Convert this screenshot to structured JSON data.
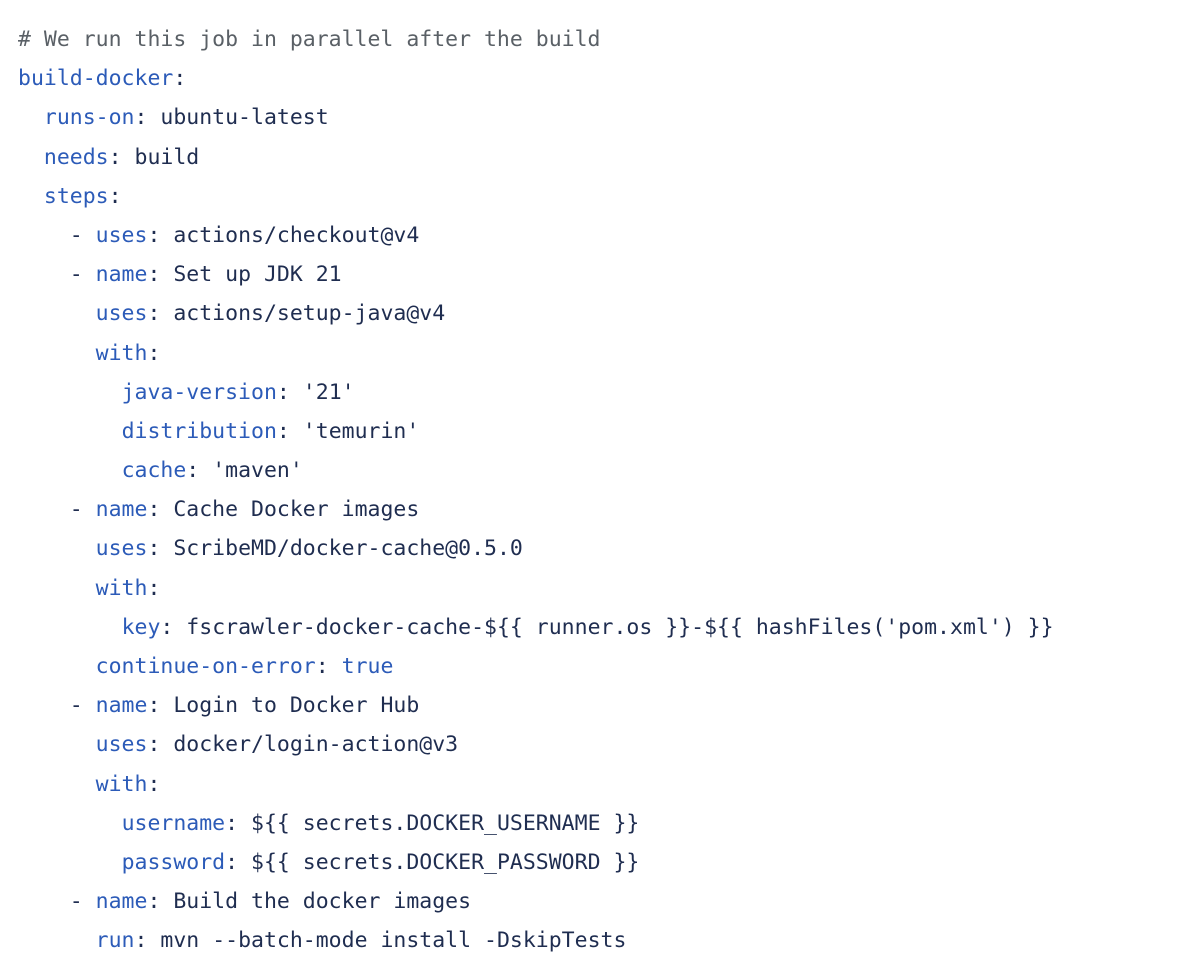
{
  "editor": {
    "language": "yaml",
    "background_color": "#ffffff",
    "colors": {
      "comment": "#5a6066",
      "key": "#2c5bb8",
      "boolean": "#2c5bb8",
      "value": "#1f2d50",
      "string": "#1f2d50",
      "punctuation": "#1f2d50"
    }
  },
  "code": {
    "line_count": 24,
    "lines": [
      {
        "n": 1,
        "indent": "",
        "tokens": [
          {
            "t": "comment",
            "s": "# We run this job in parallel after the build"
          }
        ]
      },
      {
        "n": 2,
        "indent": "",
        "tokens": [
          {
            "t": "key",
            "s": "build-docker"
          },
          {
            "t": "punct",
            "s": ":"
          }
        ]
      },
      {
        "n": 3,
        "indent": "  ",
        "tokens": [
          {
            "t": "key",
            "s": "runs-on"
          },
          {
            "t": "punct",
            "s": ":"
          },
          {
            "t": "value",
            "s": " ubuntu-latest"
          }
        ]
      },
      {
        "n": 4,
        "indent": "  ",
        "tokens": [
          {
            "t": "key",
            "s": "needs"
          },
          {
            "t": "punct",
            "s": ":"
          },
          {
            "t": "value",
            "s": " build"
          }
        ]
      },
      {
        "n": 5,
        "indent": "  ",
        "tokens": [
          {
            "t": "key",
            "s": "steps"
          },
          {
            "t": "punct",
            "s": ":"
          }
        ]
      },
      {
        "n": 6,
        "indent": "    ",
        "tokens": [
          {
            "t": "dash",
            "s": "- "
          },
          {
            "t": "key",
            "s": "uses"
          },
          {
            "t": "punct",
            "s": ":"
          },
          {
            "t": "value",
            "s": " actions/checkout@v4"
          }
        ]
      },
      {
        "n": 7,
        "indent": "    ",
        "tokens": [
          {
            "t": "dash",
            "s": "- "
          },
          {
            "t": "key",
            "s": "name"
          },
          {
            "t": "punct",
            "s": ":"
          },
          {
            "t": "value",
            "s": " Set up JDK 21"
          }
        ]
      },
      {
        "n": 8,
        "indent": "      ",
        "tokens": [
          {
            "t": "key",
            "s": "uses"
          },
          {
            "t": "punct",
            "s": ":"
          },
          {
            "t": "value",
            "s": " actions/setup-java@v4"
          }
        ]
      },
      {
        "n": 9,
        "indent": "      ",
        "tokens": [
          {
            "t": "key",
            "s": "with"
          },
          {
            "t": "punct",
            "s": ":"
          }
        ]
      },
      {
        "n": 10,
        "indent": "        ",
        "tokens": [
          {
            "t": "key",
            "s": "java-version"
          },
          {
            "t": "punct",
            "s": ":"
          },
          {
            "t": "string",
            "s": " '21'"
          }
        ]
      },
      {
        "n": 11,
        "indent": "        ",
        "tokens": [
          {
            "t": "key",
            "s": "distribution"
          },
          {
            "t": "punct",
            "s": ":"
          },
          {
            "t": "string",
            "s": " 'temurin'"
          }
        ]
      },
      {
        "n": 12,
        "indent": "        ",
        "tokens": [
          {
            "t": "key",
            "s": "cache"
          },
          {
            "t": "punct",
            "s": ":"
          },
          {
            "t": "string",
            "s": " 'maven'"
          }
        ]
      },
      {
        "n": 13,
        "indent": "    ",
        "tokens": [
          {
            "t": "dash",
            "s": "- "
          },
          {
            "t": "key",
            "s": "name"
          },
          {
            "t": "punct",
            "s": ":"
          },
          {
            "t": "value",
            "s": " Cache Docker images"
          }
        ]
      },
      {
        "n": 14,
        "indent": "      ",
        "tokens": [
          {
            "t": "key",
            "s": "uses"
          },
          {
            "t": "punct",
            "s": ":"
          },
          {
            "t": "value",
            "s": " ScribeMD/docker-cache@0.5.0"
          }
        ]
      },
      {
        "n": 15,
        "indent": "      ",
        "tokens": [
          {
            "t": "key",
            "s": "with"
          },
          {
            "t": "punct",
            "s": ":"
          }
        ]
      },
      {
        "n": 16,
        "indent": "        ",
        "tokens": [
          {
            "t": "key",
            "s": "key"
          },
          {
            "t": "punct",
            "s": ":"
          },
          {
            "t": "value",
            "s": " fscrawler-docker-cache-${{ runner.os }}-${{ hashFiles('pom.xml') }}"
          }
        ]
      },
      {
        "n": 17,
        "indent": "      ",
        "tokens": [
          {
            "t": "key",
            "s": "continue-on-error"
          },
          {
            "t": "punct",
            "s": ":"
          },
          {
            "t": "bool",
            "s": " true"
          }
        ]
      },
      {
        "n": 18,
        "indent": "    ",
        "tokens": [
          {
            "t": "dash",
            "s": "- "
          },
          {
            "t": "key",
            "s": "name"
          },
          {
            "t": "punct",
            "s": ":"
          },
          {
            "t": "value",
            "s": " Login to Docker Hub"
          }
        ]
      },
      {
        "n": 19,
        "indent": "      ",
        "tokens": [
          {
            "t": "key",
            "s": "uses"
          },
          {
            "t": "punct",
            "s": ":"
          },
          {
            "t": "value",
            "s": " docker/login-action@v3"
          }
        ]
      },
      {
        "n": 20,
        "indent": "      ",
        "tokens": [
          {
            "t": "key",
            "s": "with"
          },
          {
            "t": "punct",
            "s": ":"
          }
        ]
      },
      {
        "n": 21,
        "indent": "        ",
        "tokens": [
          {
            "t": "key",
            "s": "username"
          },
          {
            "t": "punct",
            "s": ":"
          },
          {
            "t": "value",
            "s": " ${{ secrets.DOCKER_USERNAME }}"
          }
        ]
      },
      {
        "n": 22,
        "indent": "        ",
        "tokens": [
          {
            "t": "key",
            "s": "password"
          },
          {
            "t": "punct",
            "s": ":"
          },
          {
            "t": "value",
            "s": " ${{ secrets.DOCKER_PASSWORD }}"
          }
        ]
      },
      {
        "n": 23,
        "indent": "    ",
        "tokens": [
          {
            "t": "dash",
            "s": "- "
          },
          {
            "t": "key",
            "s": "name"
          },
          {
            "t": "punct",
            "s": ":"
          },
          {
            "t": "value",
            "s": " Build the docker images"
          }
        ]
      },
      {
        "n": 24,
        "indent": "      ",
        "tokens": [
          {
            "t": "key",
            "s": "run"
          },
          {
            "t": "punct",
            "s": ":"
          },
          {
            "t": "value",
            "s": " mvn --batch-mode install -DskipTests"
          }
        ]
      }
    ]
  }
}
